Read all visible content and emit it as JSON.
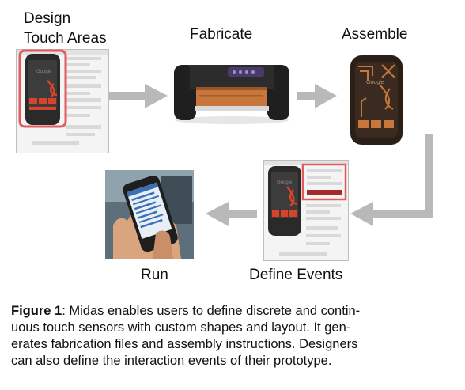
{
  "stages": {
    "design": {
      "line1": "Design",
      "line2": "Touch Areas"
    },
    "fabricate": {
      "label": "Fabricate"
    },
    "assemble": {
      "label": "Assemble"
    },
    "define_events": {
      "label": "Define Events"
    },
    "run": {
      "label": "Run"
    }
  },
  "device_brand": "Google",
  "caption": {
    "figure_label": "Figure 1",
    "lines": [
      ": Midas enables users to define discrete and contin-",
      "uous touch sensors with custom shapes and layout.  It gen-",
      "erates fabrication files and assembly instructions.  Designers",
      "can also define the interaction events of their prototype."
    ]
  },
  "colors": {
    "arrow": "#b9b9b9",
    "highlight": "#e35b5b",
    "sensor": "#d8432a",
    "copper": "#c8773c",
    "phone_body": "#2a2a2a"
  }
}
